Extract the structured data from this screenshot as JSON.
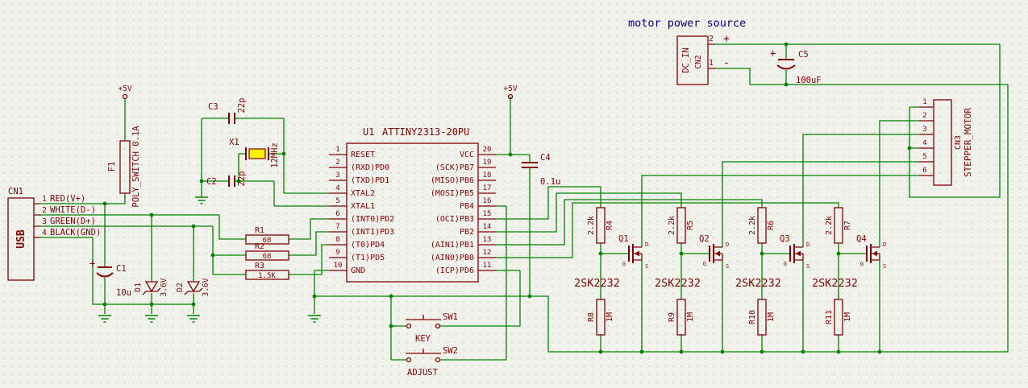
{
  "note": "motor power source",
  "power": {
    "vcc": "+5V"
  },
  "usb": {
    "ref": "CN1",
    "label": "USB",
    "pins": [
      {
        "num": "1",
        "name": "RED(V+)"
      },
      {
        "num": "2",
        "name": "WHITE(D-)"
      },
      {
        "num": "3",
        "name": "GREEN(D+)"
      },
      {
        "num": "4",
        "name": "BLACK(GND)"
      }
    ]
  },
  "f1": {
    "ref": "F1",
    "value": "POLY_SWITCH 0.1A"
  },
  "c1": {
    "ref": "C1",
    "value": "10u",
    "plus": "+"
  },
  "d1": {
    "ref": "D1",
    "value": "3.6V"
  },
  "d2": {
    "ref": "D2",
    "value": "3.6V"
  },
  "c3": {
    "ref": "C3",
    "value": "22p"
  },
  "c2": {
    "ref": "C2",
    "value": "22p"
  },
  "x1": {
    "ref": "X1",
    "value": "12MHz"
  },
  "mcu": {
    "ref": "U1",
    "value": "ATTINY2313-20PU",
    "left_pins": [
      {
        "num": "1",
        "name": "RESET"
      },
      {
        "num": "2",
        "name": "(RXD)PD0"
      },
      {
        "num": "3",
        "name": "(TXD)PD1"
      },
      {
        "num": "4",
        "name": "XTAL2"
      },
      {
        "num": "5",
        "name": "XTAL1"
      },
      {
        "num": "6",
        "name": "(INT0)PD2"
      },
      {
        "num": "7",
        "name": "(INT1)PD3"
      },
      {
        "num": "8",
        "name": "(T0)PD4"
      },
      {
        "num": "9",
        "name": "(T1)PD5"
      },
      {
        "num": "10",
        "name": "GND"
      }
    ],
    "right_pins": [
      {
        "num": "20",
        "name": "VCC"
      },
      {
        "num": "19",
        "name": "(SCK)PB7"
      },
      {
        "num": "18",
        "name": "(MISO)PB6"
      },
      {
        "num": "17",
        "name": "(MOSI)PB5"
      },
      {
        "num": "16",
        "name": "PB4"
      },
      {
        "num": "15",
        "name": "(OCI)PB3"
      },
      {
        "num": "14",
        "name": "PB2"
      },
      {
        "num": "13",
        "name": "(AIN1)PB1"
      },
      {
        "num": "12",
        "name": "(AIN0)PB0"
      },
      {
        "num": "11",
        "name": "(ICP)PD6"
      }
    ]
  },
  "r1": {
    "ref": "R1",
    "value": "68"
  },
  "r2": {
    "ref": "R2",
    "value": "68"
  },
  "r3": {
    "ref": "R3",
    "value": "1.5K"
  },
  "c4": {
    "ref": "C4",
    "value": "0.1u"
  },
  "sw1": {
    "ref": "SW1",
    "value": "KEY"
  },
  "sw2": {
    "ref": "SW2",
    "value": "ADJUST"
  },
  "cn2": {
    "ref": "CN2",
    "value": "DC_IN",
    "pin_top_num": "2",
    "pin_top_sign": "+",
    "pin_bot_num": "1",
    "pin_bot_sign": "-"
  },
  "c5": {
    "ref": "C5",
    "value": "100uF",
    "plus": "+"
  },
  "cn3": {
    "ref": "CN3",
    "value": "STEPPER_MOTOR",
    "pins": [
      "1",
      "2",
      "3",
      "4",
      "5",
      "6"
    ]
  },
  "drivers": [
    {
      "q": "Q1",
      "part": "2SK2232",
      "rg": "R4",
      "rg_val": "2.2k",
      "rp": "R8",
      "rp_val": "1M"
    },
    {
      "q": "Q2",
      "part": "2SK2232",
      "rg": "R5",
      "rg_val": "2.2k",
      "rp": "R9",
      "rp_val": "1M"
    },
    {
      "q": "Q3",
      "part": "2SK2232",
      "rg": "R6",
      "rg_val": "2.2k",
      "rp": "R10",
      "rp_val": "1M"
    },
    {
      "q": "Q4",
      "part": "2SK2232",
      "rg": "R7",
      "rg_val": "2.2k",
      "rp": "R11",
      "rp_val": "1M"
    }
  ],
  "fet_pins": {
    "g": "G",
    "d": "D",
    "s": "S"
  }
}
